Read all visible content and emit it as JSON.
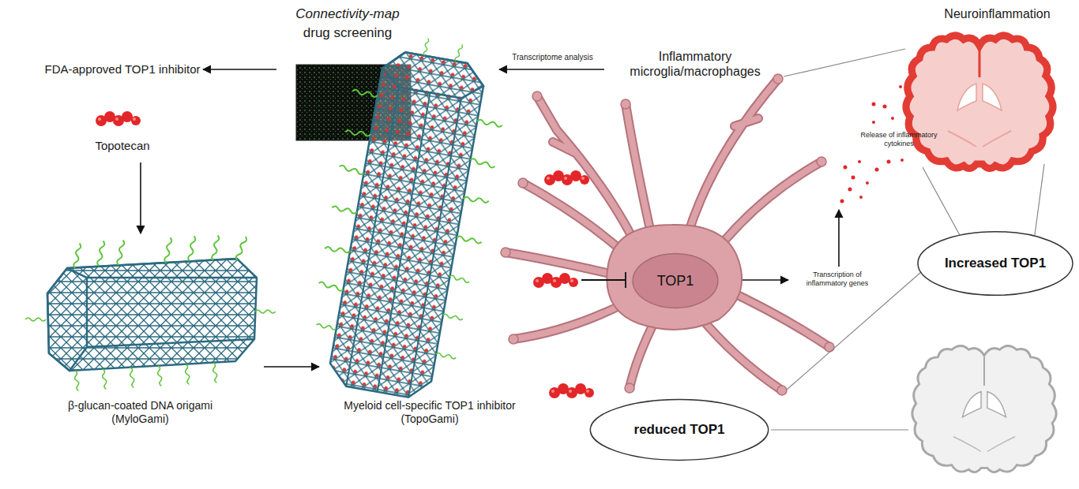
{
  "diagram": {
    "nodes": [
      {
        "text": [
          "TOP1"
        ]
      },
      {
        "text": [
          "Increased TOP1"
        ]
      },
      {
        "text": [
          "reduced TOP1"
        ]
      }
    ],
    "labels": [
      "Connectivity-map",
      "drug screening",
      "FDA-approved TOP1 inhibitor",
      "Topotecan",
      "Transcriptome analysis",
      "Inflammatory microglia/macrophages",
      "Neuroinflammation",
      "Release of inflammatory cytokines",
      "Transcription of inflammatory genes",
      "β-glucan-coated DNA origami (MyloGami)",
      "Myeloid cell-specific TOP1 inhibitor (TopoGami)"
    ]
  }
}
